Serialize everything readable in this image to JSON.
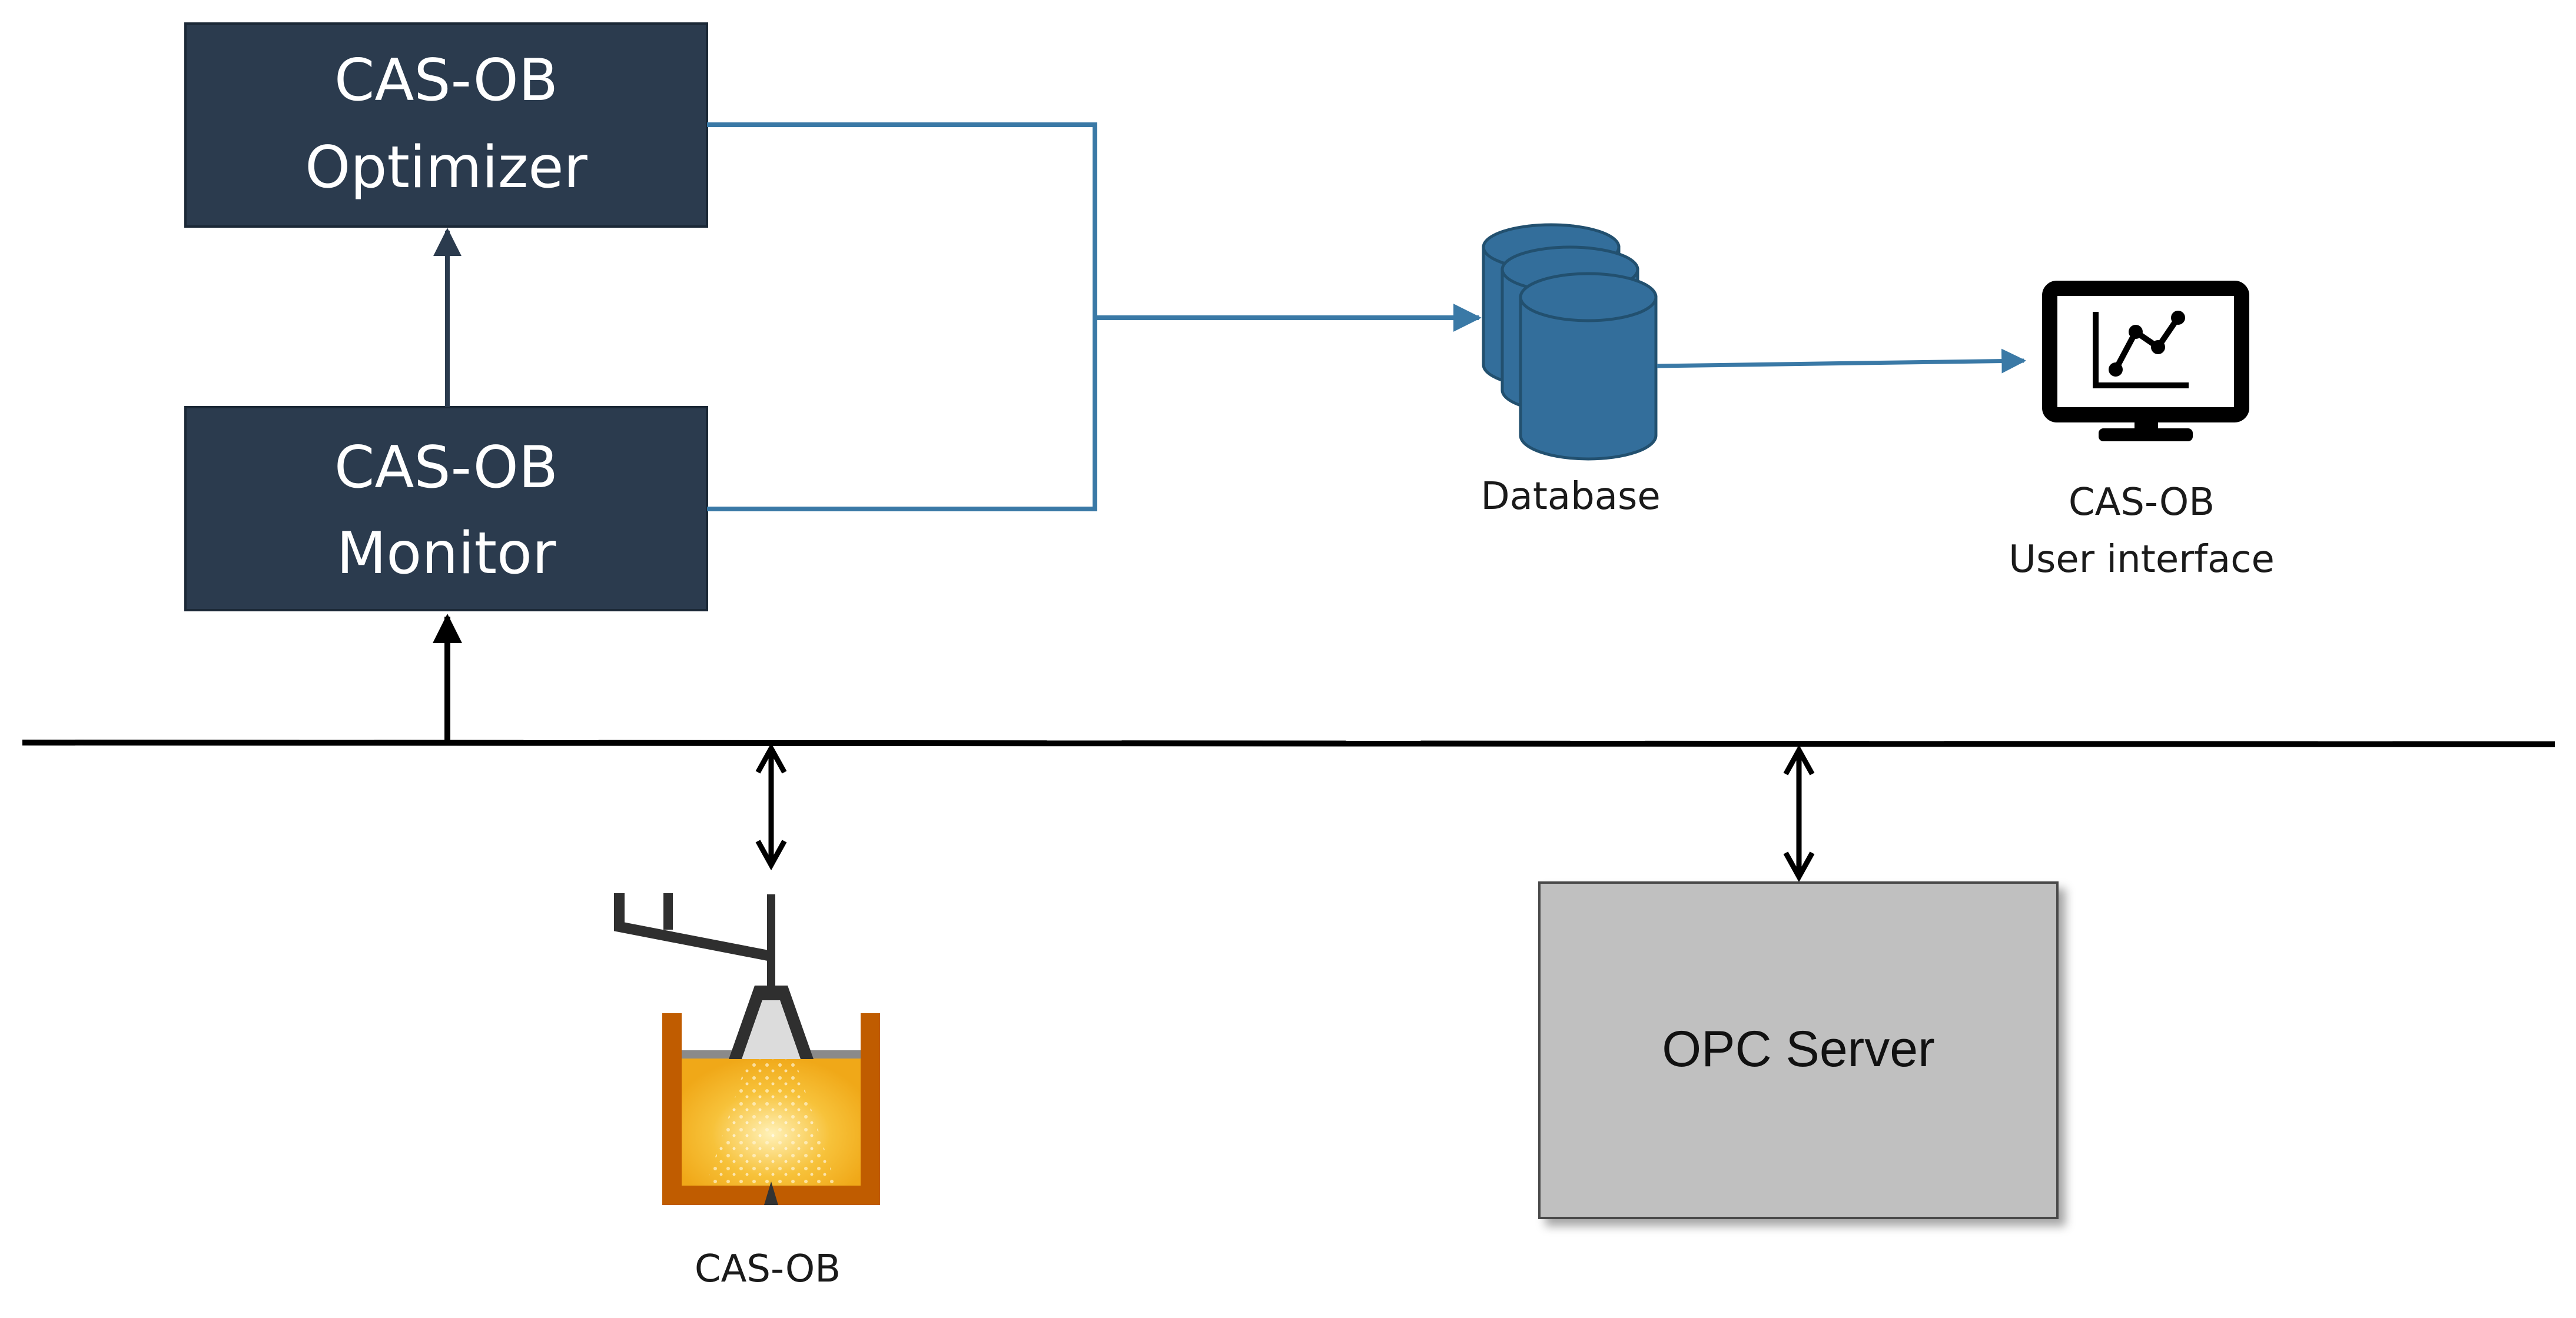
{
  "colors": {
    "box_fill": "#2b3b4e",
    "connector_blue": "#3a79a6",
    "database_fill": "#336e9b",
    "database_stroke": "#22506f",
    "bus_line": "#000000",
    "opc_fill": "#c0c0c0",
    "ladle_shell": "#c05c00",
    "ladle_melt": "#f5b520"
  },
  "optimizer": {
    "line1": "CAS-OB",
    "line2": "Optimizer"
  },
  "monitor": {
    "line1": "CAS-OB",
    "line2": "Monitor"
  },
  "database": {
    "label": "Database",
    "icon": "database-icon"
  },
  "ui": {
    "line1": "CAS-OB",
    "line2": "User interface",
    "icon": "monitor-chart-icon"
  },
  "ladle": {
    "label": "CAS-OB",
    "icon": "steel-ladle-icon"
  },
  "opc": {
    "label": "OPC Server"
  }
}
